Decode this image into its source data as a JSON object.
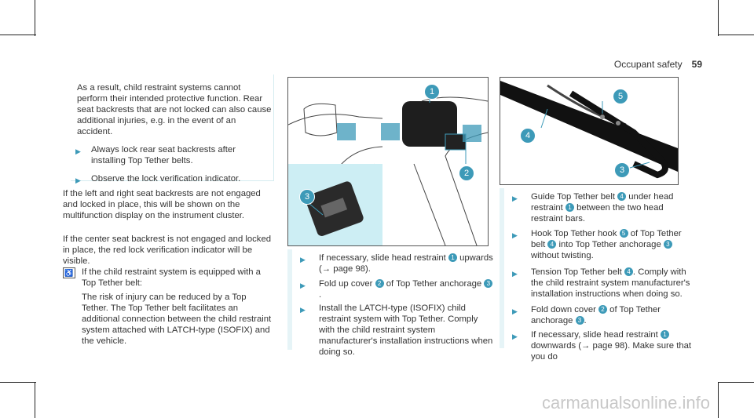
{
  "header": {
    "section": "Occupant safety",
    "page": "59"
  },
  "info_box": {
    "intro": "As a result, child restraint systems cannot perform their intended protective function. Rear seat backrests that are not locked can also cause additional injuries, e.g. in the event of an accident.",
    "bullets": [
      "Always lock rear seat backrests after installing Top Tether belts.",
      "Observe the lock verification indicator."
    ]
  },
  "col1": {
    "para1": "If the left and right seat backrests are not engaged and locked in place, this will be shown on the multifunction display on the instrument cluster.",
    "para2": "If the center seat backrest is not engaged and locked in place, the red lock verification indicator will be visible.",
    "note_line1": "If the child restraint system is equipped with a Top Tether belt:",
    "note_line2": "The risk of injury can be reduced by a Top Tether. The Top Tether belt facilitates an additional connection between the child restraint system attached with LATCH-type (ISOFIX) and the vehicle."
  },
  "col2_steps": [
    {
      "a": "If necessary, slide head restraint ",
      "n": "1",
      "b": " upwards (→ page 98)."
    },
    {
      "a": "Fold up cover ",
      "n": "2",
      "b": " of Top Tether anchorage ",
      "n2": "3",
      "c": "."
    },
    {
      "a": "Install the LATCH-type (ISOFIX) child restraint system with Top Tether. Comply with the child restraint system manufacturer's installation instructions when doing so."
    }
  ],
  "col3_steps": [
    {
      "a": "Guide Top Tether belt ",
      "n": "4",
      "b": " under head restraint ",
      "n2": "1",
      "c": " between the two head restraint bars."
    },
    {
      "a": "Hook Top Tether hook ",
      "n": "5",
      "b": " of Top Tether belt ",
      "n2": "4",
      "c": " into Top Tether anchorage ",
      "n3": "3",
      "d": " without twisting."
    },
    {
      "a": "Tension Top Tether belt ",
      "n": "4",
      "b": ". Comply with the child restraint system manufacturer's installation instructions when doing so."
    },
    {
      "a": "Fold down cover ",
      "n": "2",
      "b": " of Top Tether anchorage ",
      "n2": "3",
      "c": "."
    },
    {
      "a": "If necessary, slide head restraint ",
      "n": "1",
      "b": " downwards (→ page 98). Make sure that you do"
    }
  ],
  "figure1_labels": [
    "1",
    "2",
    "3"
  ],
  "figure2_labels": [
    "5",
    "4",
    "3"
  ],
  "watermark": "carmanualsonline.info",
  "colors": {
    "accent": "#3d9ab8",
    "stripe": "#e6f4f7"
  }
}
